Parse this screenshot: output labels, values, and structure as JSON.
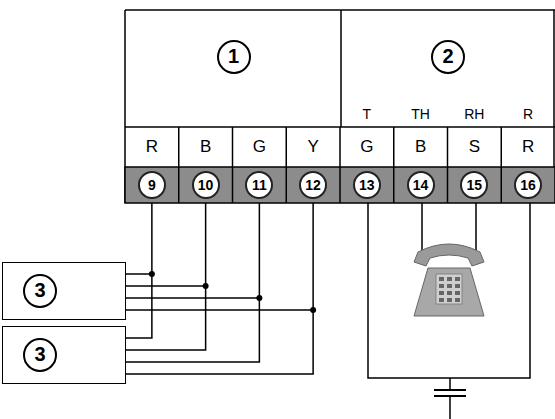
{
  "diagram": {
    "nodes": [
      {
        "text": [
          "1"
        ]
      },
      {
        "text": [
          "2"
        ]
      },
      {
        "text": [
          "3"
        ]
      },
      {
        "text": [
          "3"
        ]
      }
    ],
    "labels": [
      "T",
      "TH",
      "RH",
      "R",
      "R",
      "B",
      "G",
      "Y",
      "G",
      "B",
      "S",
      "R",
      "9",
      "10",
      "11",
      "12",
      "13",
      "14",
      "15",
      "16"
    ]
  }
}
